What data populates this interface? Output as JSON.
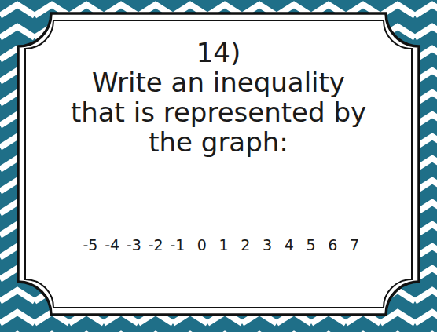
{
  "diagram": {
    "nodes": [
      {
        "text": [
          "14)",
          "Write an inequality that is represented by the graph:"
        ]
      }
    ],
    "labels": [
      "-5",
      "-4",
      "-3",
      "-2",
      "-1",
      "0",
      "1",
      "2",
      "3",
      "4",
      "5",
      "6",
      "7"
    ]
  }
}
